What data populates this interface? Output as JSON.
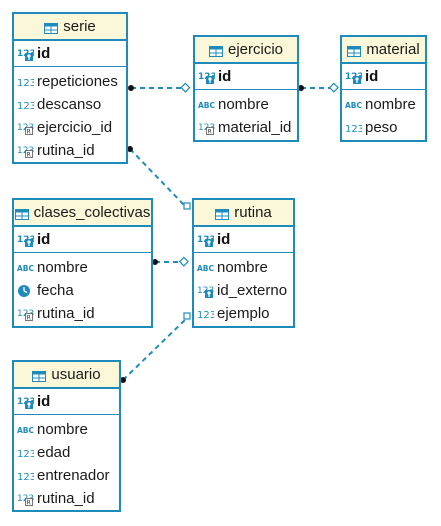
{
  "tables": {
    "serie": {
      "name": "serie",
      "pk": {
        "name": "id",
        "type": "num-key"
      },
      "columns": [
        {
          "name": "repeticiones",
          "type": "num"
        },
        {
          "name": "descanso",
          "type": "num"
        },
        {
          "name": "ejercicio_id",
          "type": "num-fk"
        },
        {
          "name": "rutina_id",
          "type": "num-fk"
        }
      ]
    },
    "ejercicio": {
      "name": "ejercicio",
      "pk": {
        "name": "id",
        "type": "num-key"
      },
      "columns": [
        {
          "name": "nombre",
          "type": "text"
        },
        {
          "name": "material_id",
          "type": "num-fk"
        }
      ]
    },
    "material": {
      "name": "material",
      "pk": {
        "name": "id",
        "type": "num-key"
      },
      "columns": [
        {
          "name": "nombre",
          "type": "text"
        },
        {
          "name": "peso",
          "type": "num"
        }
      ]
    },
    "clases_colectivas": {
      "name": "clases_colectivas",
      "pk": {
        "name": "id",
        "type": "num-key"
      },
      "columns": [
        {
          "name": "nombre",
          "type": "text"
        },
        {
          "name": "fecha",
          "type": "clock"
        },
        {
          "name": "rutina_id",
          "type": "num-fk"
        }
      ]
    },
    "rutina": {
      "name": "rutina",
      "pk": {
        "name": "id",
        "type": "num-key"
      },
      "columns": [
        {
          "name": "nombre",
          "type": "text"
        },
        {
          "name": "id_externo",
          "type": "num-key"
        },
        {
          "name": "ejemplo",
          "type": "num"
        }
      ]
    },
    "usuario": {
      "name": "usuario",
      "pk": {
        "name": "id",
        "type": "num-key"
      },
      "columns": [
        {
          "name": "nombre",
          "type": "text"
        },
        {
          "name": "edad",
          "type": "num"
        },
        {
          "name": "entrenador",
          "type": "num"
        },
        {
          "name": "rutina_id",
          "type": "num-fk"
        }
      ]
    }
  },
  "relations": [
    {
      "from": "serie",
      "to": "ejercicio"
    },
    {
      "from": "ejercicio",
      "to": "material"
    },
    {
      "from": "serie",
      "to": "rutina"
    },
    {
      "from": "clases_colectivas",
      "to": "rutina"
    },
    {
      "from": "usuario",
      "to": "rutina"
    }
  ],
  "colors": {
    "border": "#1f8bbd",
    "header": "#fbf8d9",
    "icon": "#1f8bbd"
  }
}
